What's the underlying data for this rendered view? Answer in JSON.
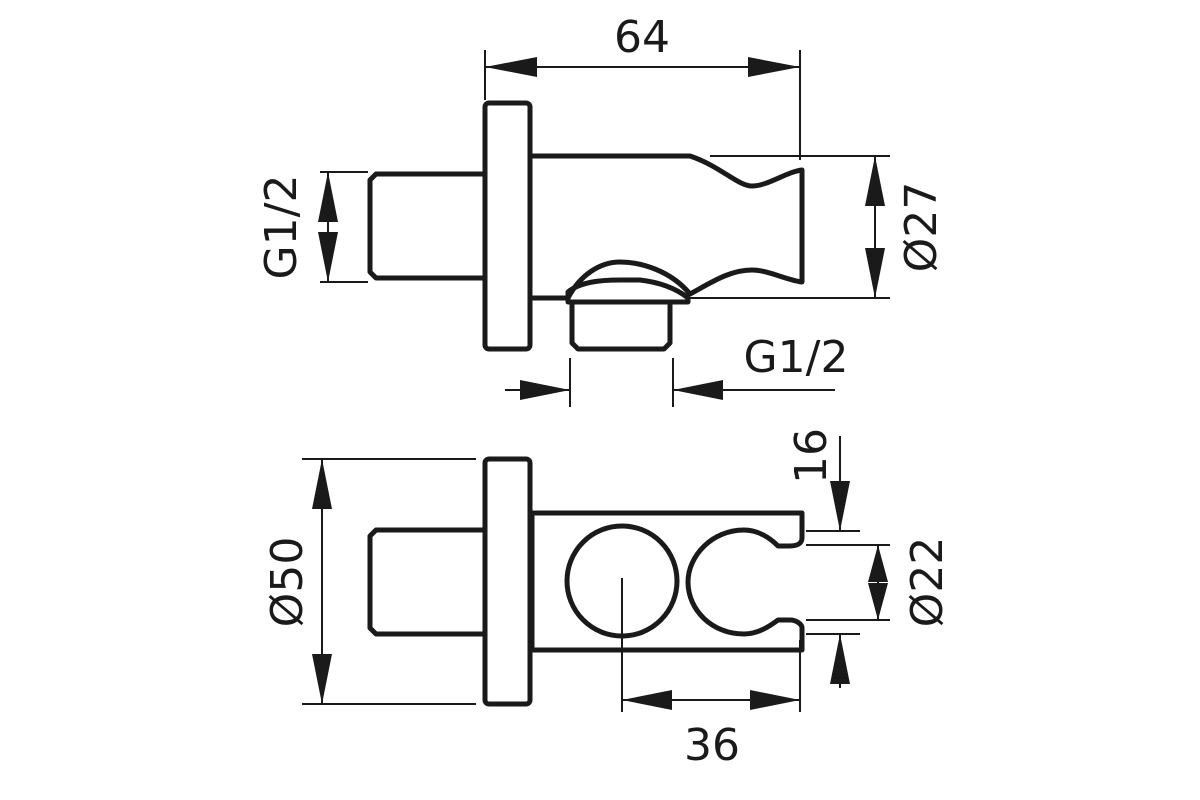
{
  "colors": {
    "line": "#1a1a1a",
    "background": "#ffffff"
  },
  "top_view": {
    "width_label": "64",
    "inlet_thread_label": "G1/2",
    "body_diameter_label": "Ø27",
    "outlet_thread_label": "G1/2"
  },
  "bottom_view": {
    "flange_diameter_label": "Ø50",
    "holder_diameter_label": "Ø22",
    "opening_label": "16",
    "offset_label": "36"
  }
}
